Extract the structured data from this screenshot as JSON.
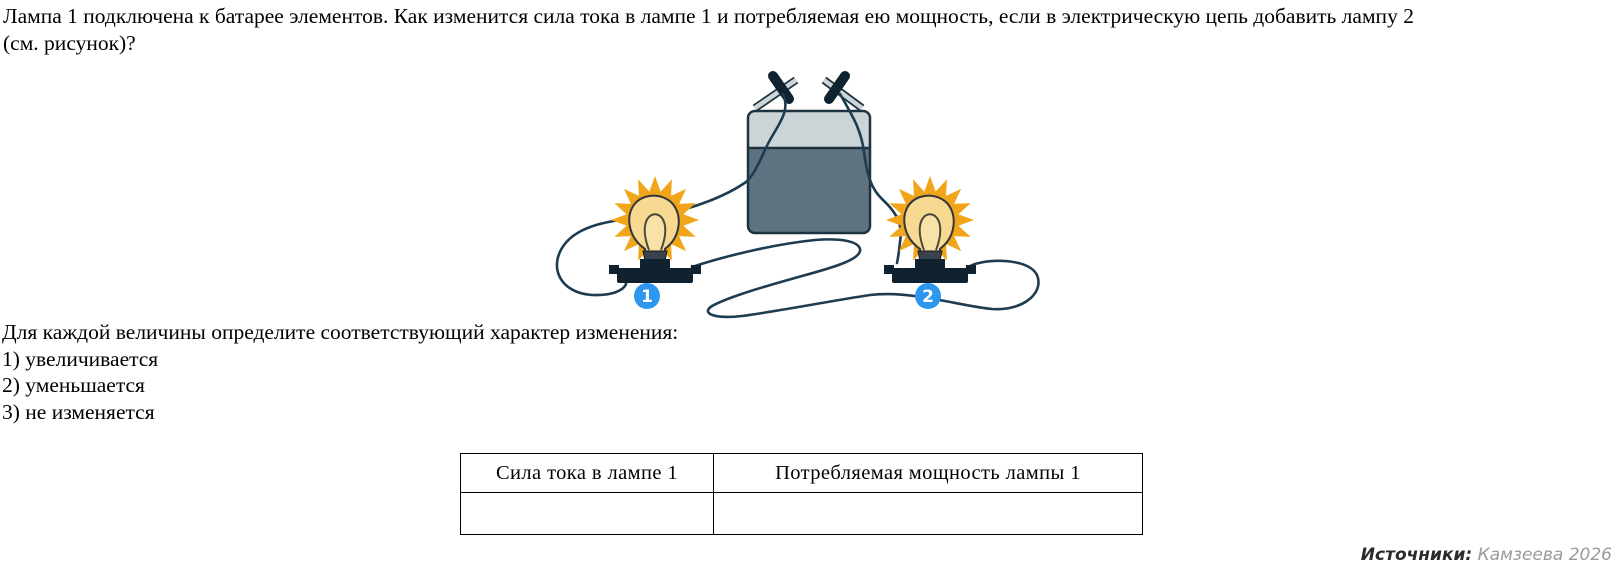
{
  "question": {
    "line1": "Лампа 1 подключена к батарее элементов. Как изменится сила тока в лампе 1 и потребляемая ею мощность, если в электрическую цепь добавить лампу 2",
    "line2": "(см. рисунок)?"
  },
  "figure": {
    "lamp_labels": [
      "1",
      "2"
    ],
    "colors": {
      "badge_blue": "#2D96EE",
      "ray_orange": "#F0A51B",
      "bulb_glass": "#F7D992",
      "bulb_inner": "#F9E2A8",
      "battery_body": "#5E7280",
      "battery_top": "#CDD4D8",
      "wire_navy": "#1E3C50",
      "holder_dark": "#10222F"
    }
  },
  "prompt": {
    "intro": "Для каждой величины определите соответствующий характер изменения:",
    "options": [
      "1) увеличивается",
      "2) уменьшается",
      "3) не изменяется"
    ]
  },
  "table": {
    "headers": [
      "Сила тока в лампе 1",
      "Потребляемая мощность лампы 1"
    ],
    "rows": [
      [
        "",
        ""
      ]
    ]
  },
  "source": {
    "label": "Источники:",
    "value": "Камзеева 2026"
  }
}
